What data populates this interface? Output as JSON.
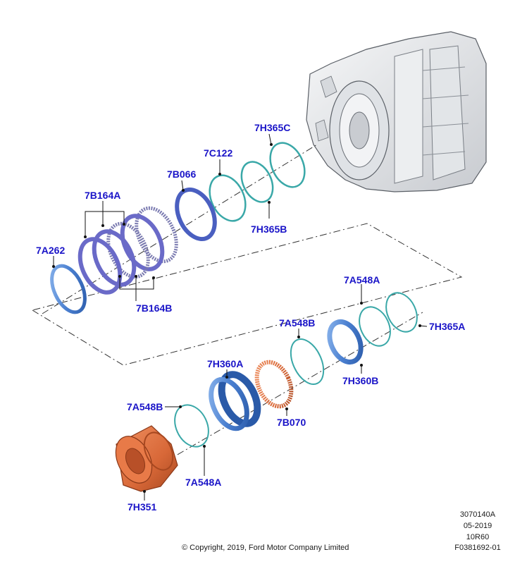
{
  "callouts": {
    "c7H365C": "7H365C",
    "c7C122": "7C122",
    "c7B066": "7B066",
    "c7H365B": "7H365B",
    "c7B164A": "7B164A",
    "c7A262": "7A262",
    "c7B164B": "7B164B",
    "c7A548A_top": "7A548A",
    "c7H365A": "7H365A",
    "c7A548B_mid": "7A548B",
    "c7H360A": "7H360A",
    "c7H360B": "7H360B",
    "c7B070": "7B070",
    "c7A548B_low": "7A548B",
    "c7A548A_low": "7A548A",
    "c7H351": "7H351"
  },
  "footer": {
    "ref1": "3070140A",
    "ref2": "05-2019",
    "ref3": "10R60",
    "ref4": "F0381692-01",
    "copyright": "© Copyright, 2019, Ford Motor Company Limited"
  },
  "colors": {
    "callout": "#1a14c8",
    "clutch_plate": "#6a6ac8",
    "ring_teal": "#3aa8a8",
    "piston_blue": "#4a7fd0",
    "copper": "#d86838",
    "housing": "#e8eaec"
  }
}
